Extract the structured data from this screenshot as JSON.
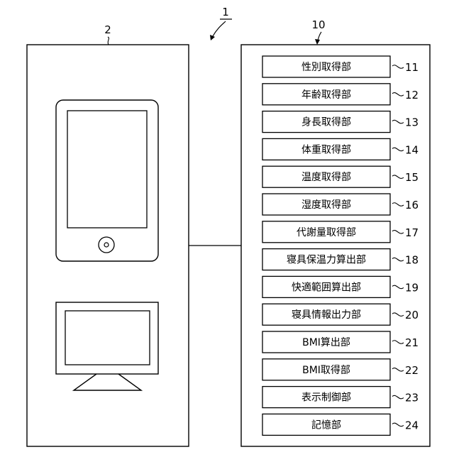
{
  "system_ref": "1",
  "terminal_ref": "2",
  "device_ref": "10",
  "units": [
    {
      "label": "性別取得部",
      "ref": "11"
    },
    {
      "label": "年齢取得部",
      "ref": "12"
    },
    {
      "label": "身長取得部",
      "ref": "13"
    },
    {
      "label": "体重取得部",
      "ref": "14"
    },
    {
      "label": "温度取得部",
      "ref": "15"
    },
    {
      "label": "湿度取得部",
      "ref": "16"
    },
    {
      "label": "代謝量取得部",
      "ref": "17"
    },
    {
      "label": "寝具保温力算出部",
      "ref": "18"
    },
    {
      "label": "快適範囲算出部",
      "ref": "19"
    },
    {
      "label": "寝具情報出力部",
      "ref": "20"
    },
    {
      "label": "BMI算出部",
      "ref": "21"
    },
    {
      "label": "BMI取得部",
      "ref": "22"
    },
    {
      "label": "表示制御部",
      "ref": "23"
    },
    {
      "label": "記憶部",
      "ref": "24"
    }
  ]
}
